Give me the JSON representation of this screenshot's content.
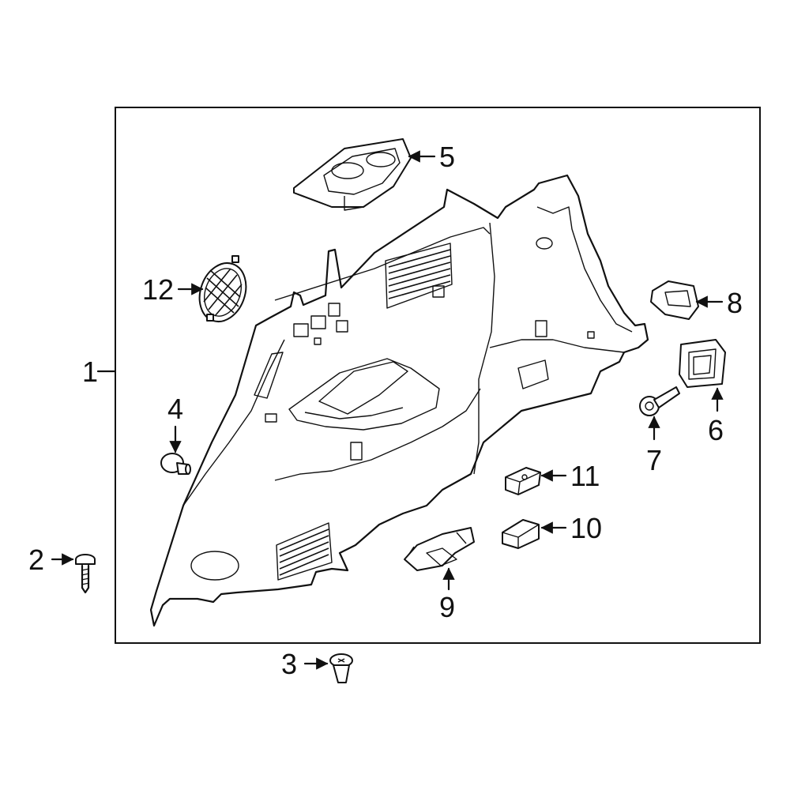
{
  "diagram": {
    "colors": {
      "panel_fill": "#3561c2",
      "line": "#111111",
      "background": "#ffffff"
    },
    "callouts": [
      {
        "id": "1",
        "label": "1"
      },
      {
        "id": "2",
        "label": "2"
      },
      {
        "id": "3",
        "label": "3"
      },
      {
        "id": "4",
        "label": "4"
      },
      {
        "id": "5",
        "label": "5"
      },
      {
        "id": "6",
        "label": "6"
      },
      {
        "id": "7",
        "label": "7"
      },
      {
        "id": "8",
        "label": "8"
      },
      {
        "id": "9",
        "label": "9"
      },
      {
        "id": "10",
        "label": "10"
      },
      {
        "id": "11",
        "label": "11"
      },
      {
        "id": "12",
        "label": "12"
      }
    ]
  }
}
